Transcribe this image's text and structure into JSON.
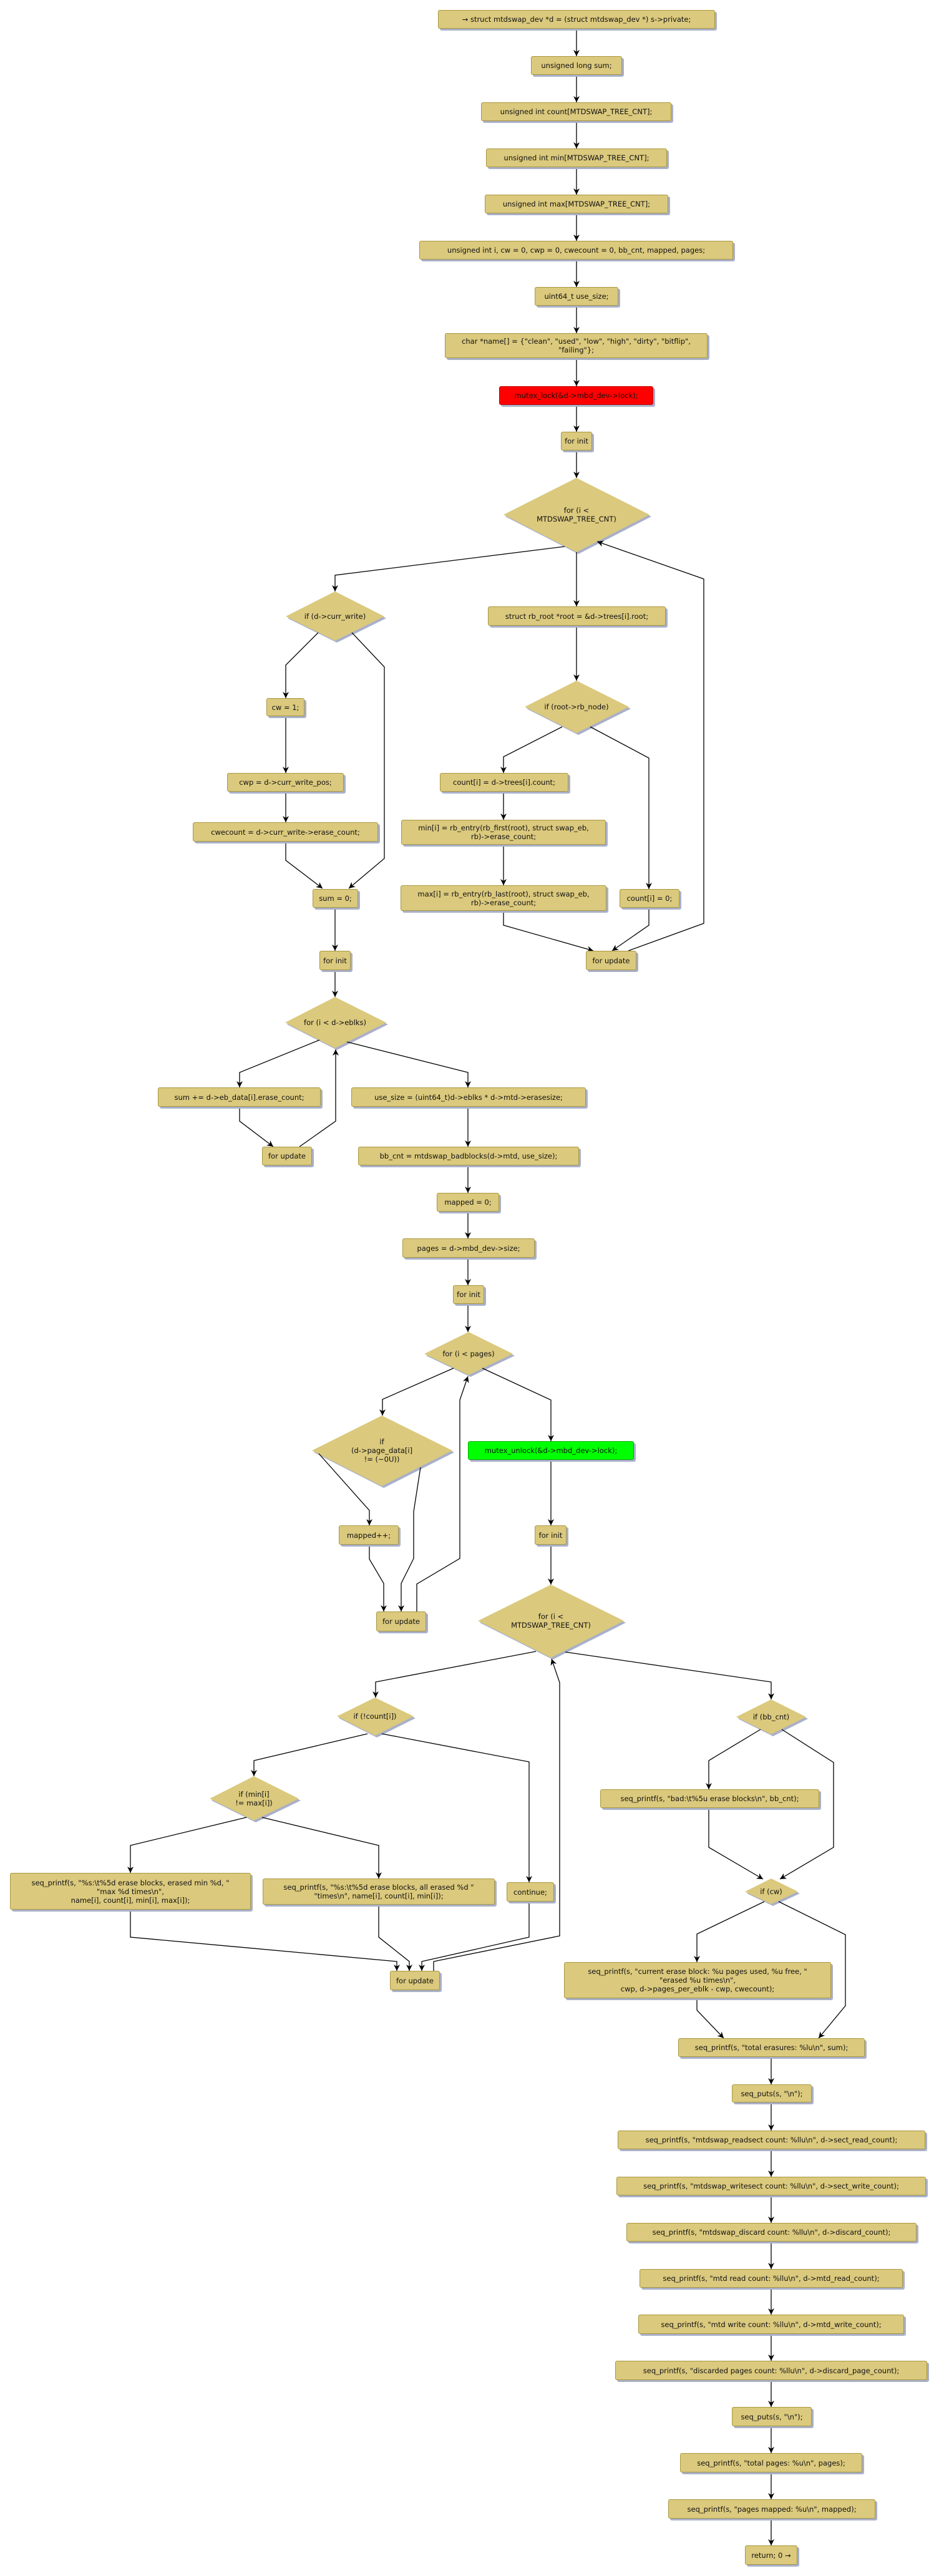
{
  "colors": {
    "node_fill": "#dbc97d",
    "node_border": "#a8973f",
    "shadow": "#a9b0c8",
    "lock": "#ff0000",
    "unlock": "#00ff00",
    "edge": "#000000"
  },
  "nodes": {
    "start": "→ struct mtdswap_dev *d = (struct mtdswap_dev *) s->private;",
    "decl_sum": "unsigned long sum;",
    "decl_count": "unsigned int count[MTDSWAP_TREE_CNT];",
    "decl_min": "unsigned int min[MTDSWAP_TREE_CNT];",
    "decl_max": "unsigned int max[MTDSWAP_TREE_CNT];",
    "decl_vars": "unsigned int i, cw = 0, cwp = 0, cwecount = 0, bb_cnt, mapped, pages;",
    "decl_use_size": "uint64_t use_size;",
    "decl_name": "char *name[] = {\"clean\", \"used\", \"low\", \"high\", \"dirty\", \"bitflip\",\n\"failing\"};",
    "mutex_lock": "mutex_lock(&d->mbd_dev->lock);",
    "for_init_1": "for init",
    "loop_tree_1": "for (i <\nMTDSWAP_TREE_CNT)",
    "if_curr_write": "if (d->curr_write)",
    "cw_assign": "cw = 1;",
    "cwp_assign": "cwp = d->curr_write_pos;",
    "cwecount_assign": "cwecount = d->curr_write->erase_count;",
    "sum_zero": "sum = 0;",
    "root_assign": "struct rb_root *root = &d->trees[i].root;",
    "if_rb_node": "if (root->rb_node)",
    "count_assign": "count[i] = d->trees[i].count;",
    "min_assign": "min[i] = rb_entry(rb_first(root), struct swap_eb,\nrb)->erase_count;",
    "max_assign": "max[i] = rb_entry(rb_last(root), struct swap_eb,\nrb)->erase_count;",
    "count_zero": "count[i] = 0;",
    "for_update_1": "for update",
    "for_init_2": "for init",
    "loop_eblks": "for (i < d->eblks)",
    "sum_add": "sum += d->eb_data[i].erase_count;",
    "for_update_2": "for update",
    "use_size_assign": "use_size = (uint64_t)d->eblks * d->mtd->erasesize;",
    "bb_cnt_assign": "bb_cnt = mtdswap_badblocks(d->mtd, use_size);",
    "mapped_zero": "mapped = 0;",
    "pages_assign": "pages = d->mbd_dev->size;",
    "for_init_3": "for init",
    "loop_pages": "for (i < pages)",
    "if_page_data": "if\n(d->page_data[i]\n!= (~0U))",
    "mapped_inc": "mapped++;",
    "for_update_3": "for update",
    "mutex_unlock": "mutex_unlock(&d->mbd_dev->lock);",
    "for_init_4": "for init",
    "loop_tree_2": "for (i <\nMTDSWAP_TREE_CNT)",
    "if_not_count": "if (!count[i])",
    "if_min_max": "if (min[i]\n!= max[i])",
    "printf_min_max": "seq_printf(s, \"%s:\\t%5d erase blocks, erased min %d, \"\n\"max %d times\\n\",\nname[i], count[i], min[i], max[i]);",
    "printf_all_erased": "seq_printf(s, \"%s:\\t%5d erase blocks, all erased %d \"\n\"times\\n\", name[i], count[i], min[i]);",
    "continue_stmt": "continue;",
    "for_update_4": "for update",
    "if_bb_cnt": "if (bb_cnt)",
    "printf_bad": "seq_printf(s, \"bad:\\t%5u erase blocks\\n\", bb_cnt);",
    "if_cw": "if (cw)",
    "printf_current": "seq_printf(s, \"current erase block: %u pages used, %u free, \"\n\"erased %u times\\n\",\ncwp, d->pages_per_eblk - cwp, cwecount);",
    "printf_total_erasures": "seq_printf(s, \"total erasures: %lu\\n\", sum);",
    "puts_newline_1": "seq_puts(s, \"\\n\");",
    "printf_readsect": "seq_printf(s, \"mtdswap_readsect count: %llu\\n\", d->sect_read_count);",
    "printf_writesect": "seq_printf(s, \"mtdswap_writesect count: %llu\\n\", d->sect_write_count);",
    "printf_discard": "seq_printf(s, \"mtdswap_discard count: %llu\\n\", d->discard_count);",
    "printf_mtd_read": "seq_printf(s, \"mtd read count: %llu\\n\", d->mtd_read_count);",
    "printf_mtd_write": "seq_printf(s, \"mtd write count: %llu\\n\", d->mtd_write_count);",
    "printf_discarded_pages": "seq_printf(s, \"discarded pages count: %llu\\n\", d->discard_page_count);",
    "puts_newline_2": "seq_puts(s, \"\\n\");",
    "printf_total_pages": "seq_printf(s, \"total pages: %u\\n\", pages);",
    "printf_pages_mapped": "seq_printf(s, \"pages mapped: %u\\n\", mapped);",
    "return_stmt": "return; 0 →"
  }
}
